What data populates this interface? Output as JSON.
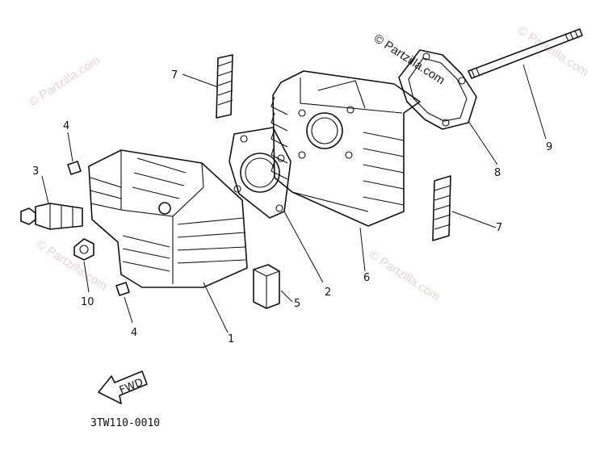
{
  "watermarks": [
    {
      "id": "wm-1",
      "text": "© Partzilla.com"
    },
    {
      "id": "wm-2",
      "text": "© Partzilla.com"
    },
    {
      "id": "wm-3",
      "text": "© Partzilla.com"
    },
    {
      "id": "wm-4",
      "text": "© Partzilla.com"
    },
    {
      "id": "wm-5",
      "text": "© Partzilla.com"
    }
  ],
  "callouts": {
    "c1": "1",
    "c2": "2",
    "c3": "3",
    "c4a": "4",
    "c4b": "4",
    "c5": "5",
    "c6": "6",
    "c7a": "7",
    "c7b": "7",
    "c8": "8",
    "c9": "9",
    "c10": "10"
  },
  "fwd_label": "FWD",
  "drawing_code": "3TW110-0010"
}
